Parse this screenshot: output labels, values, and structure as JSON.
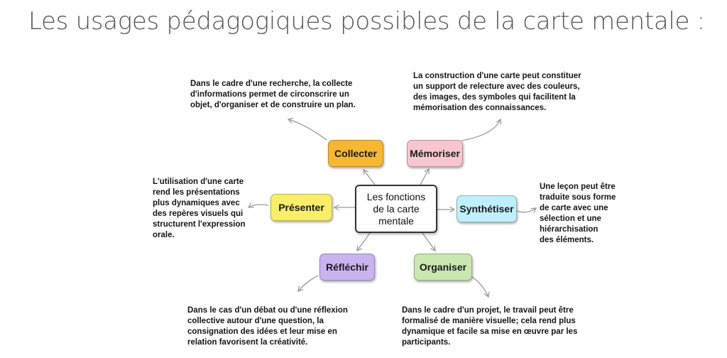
{
  "title": "Les usages pédagogiques possibles de la carte mentale :",
  "center": {
    "line1": "Les fonctions",
    "line2": "de la carte",
    "line3": "mentale"
  },
  "colors": {
    "collecter": "#F7B733",
    "memoriser": "#F7C6CE",
    "presenter": "#F9EE6A",
    "synthetiser": "#BFEFFB",
    "reflechir": "#C9B4F0",
    "organiser": "#C9E7B0"
  },
  "nodes": {
    "collecter": "Collecter",
    "memoriser": "Mémoriser",
    "presenter": "Présenter",
    "synthetiser": "Synthétiser",
    "reflechir": "Réfléchir",
    "organiser": "Organiser"
  },
  "descriptions": {
    "collecter": [
      "Dans le cadre d'une recherche, la collecte",
      "d'informations permet de circonscrire un",
      "objet, d'organiser et de construire un plan."
    ],
    "memoriser": [
      "La construction d'une carte peut constituer",
      "un support de relecture avec des couleurs,",
      "des images, des symboles qui facilitent la",
      "mémorisation des connaissances."
    ],
    "presenter": [
      "L'utilisation d'une carte",
      "rend les présentations",
      "plus dynamiques avec",
      "des repères visuels qui",
      "structurent l'expression",
      "orale."
    ],
    "synthetiser": [
      "Une leçon peut être",
      "traduite sous forme",
      "de carte avec une",
      "sélection et une",
      "hiérarchisation",
      "des éléments."
    ],
    "reflechir": [
      "Dans le cas d'un débat ou d'une réflexion",
      "collective autour d'une question, la",
      "consignation des idées et leur mise en",
      "relation favorisent la créativité."
    ],
    "organiser": [
      "Dans le cadre d'un projet, le travail peut être",
      "formalisé de manière visuelle; cela rend plus",
      "dynamique et facile sa mise en œuvre par les",
      "participants."
    ]
  }
}
